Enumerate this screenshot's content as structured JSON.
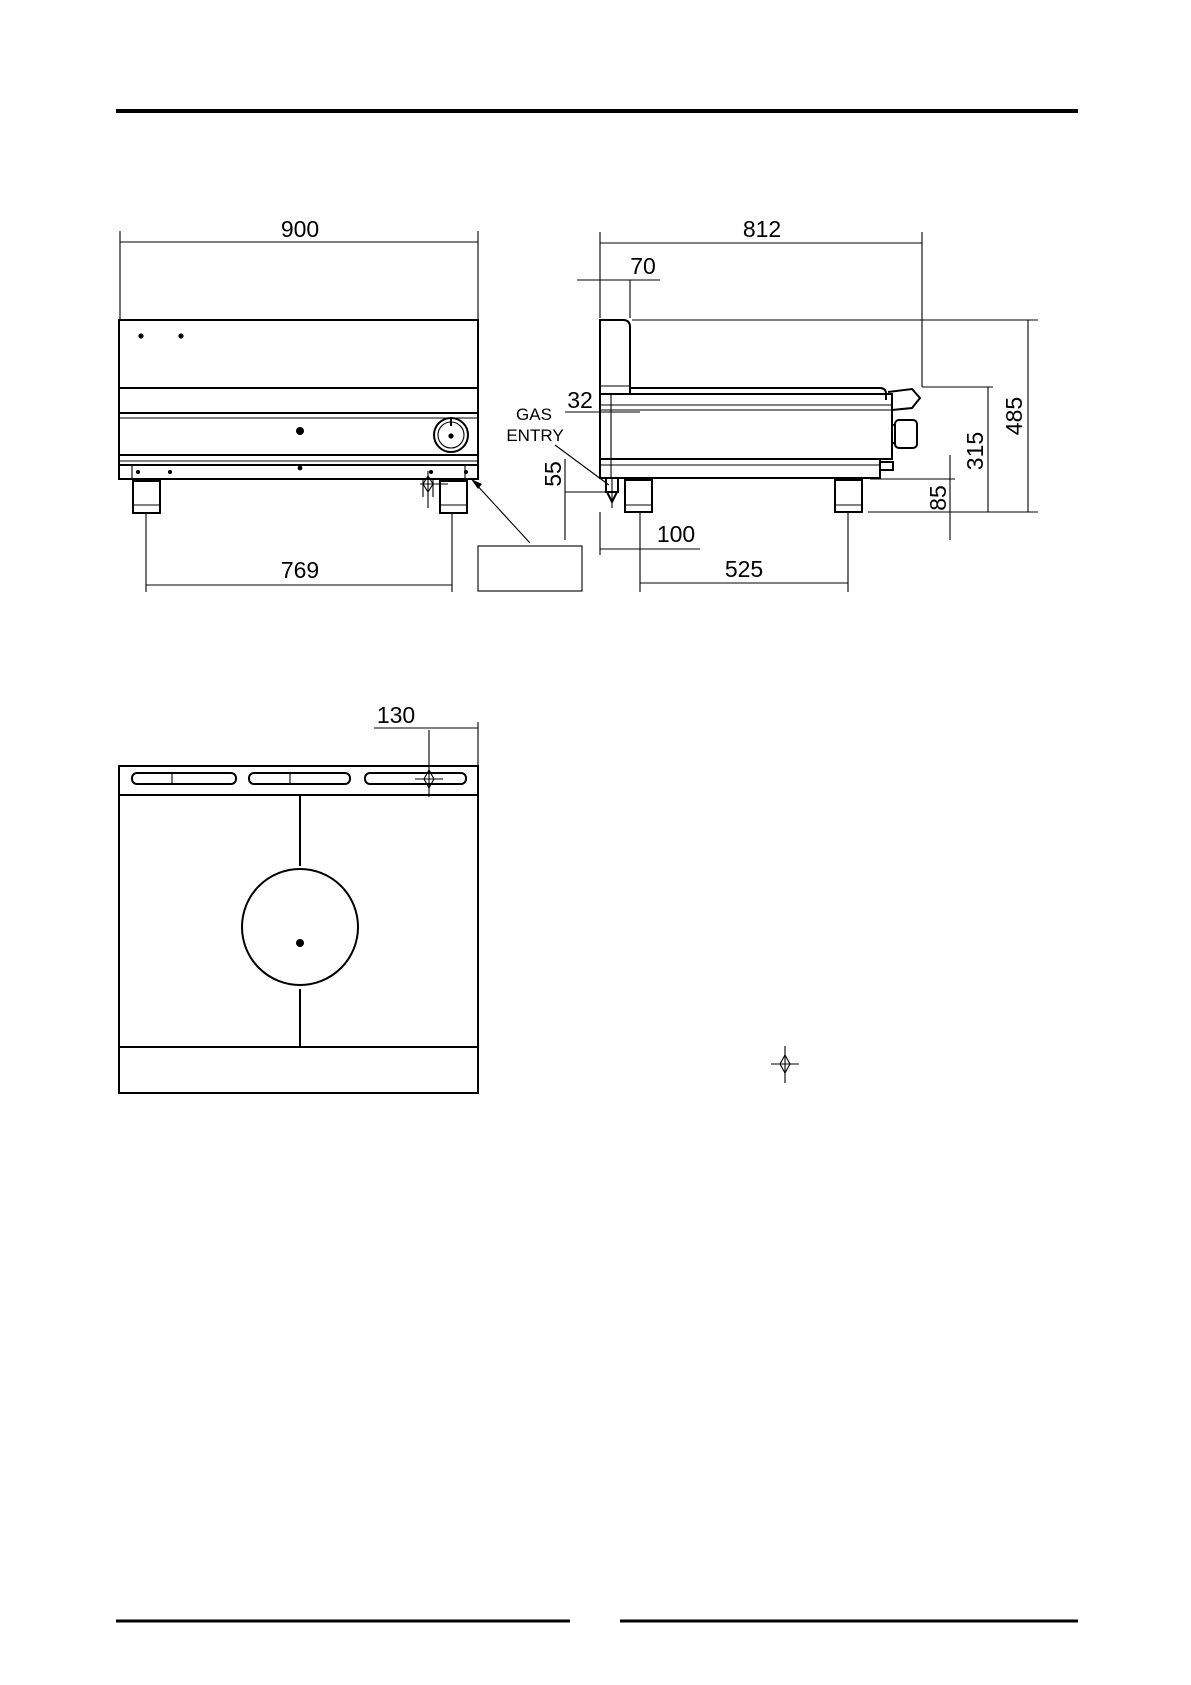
{
  "page": {
    "background": "#ffffff",
    "line_color": "#000000"
  },
  "front_view": {
    "width_dim": "900",
    "feet_span_dim": "769"
  },
  "side_view": {
    "depth_dim": "812",
    "backguard_dim": "70",
    "gas_entry_offset_dim": "32",
    "gas_entry_label_line1": "GAS",
    "gas_entry_label_line2": "ENTRY",
    "gas_entry_height_dim": "55",
    "front_foot_offset_dim": "100",
    "feet_depth_dim": "525",
    "foot_height_dim": "85",
    "worktop_height_dim": "315",
    "overall_height_dim": "485"
  },
  "plan_view": {
    "gas_entry_offset_dim": "130"
  },
  "icons": [
    "crosshair-icon"
  ]
}
